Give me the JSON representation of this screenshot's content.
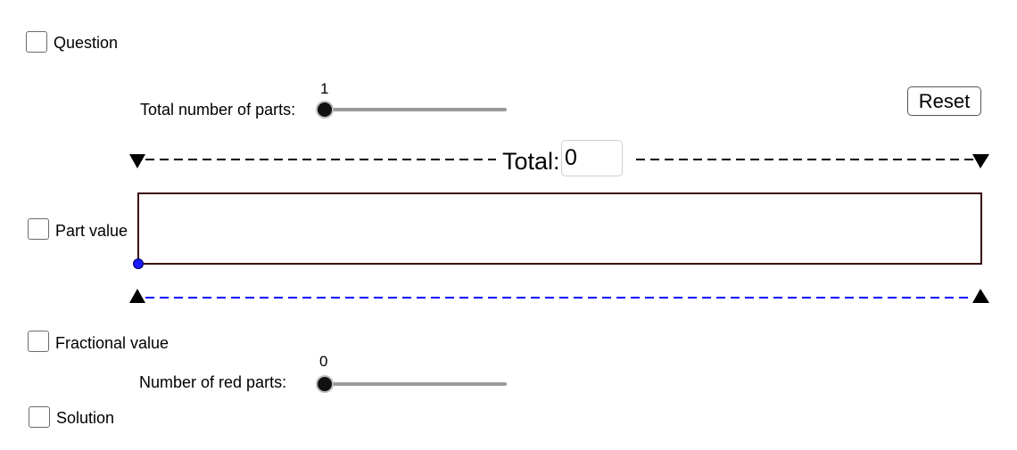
{
  "question": {
    "label": "Question"
  },
  "total_parts_slider": {
    "label": "Total number of parts:",
    "value": 1
  },
  "reset": {
    "label": "Reset"
  },
  "total": {
    "label": "Total:",
    "value": "0"
  },
  "part_value": {
    "label": "Part value"
  },
  "fractional_value": {
    "label": "Fractional value"
  },
  "red_parts_slider": {
    "label": "Number of red parts:",
    "value": 0
  },
  "solution": {
    "label": "Solution"
  },
  "colors": {
    "top_arrow_line": "#000000",
    "bottom_arrow_line": "#0000ff",
    "bar_border": "#3b0a0a",
    "point": "#1a1aff"
  }
}
